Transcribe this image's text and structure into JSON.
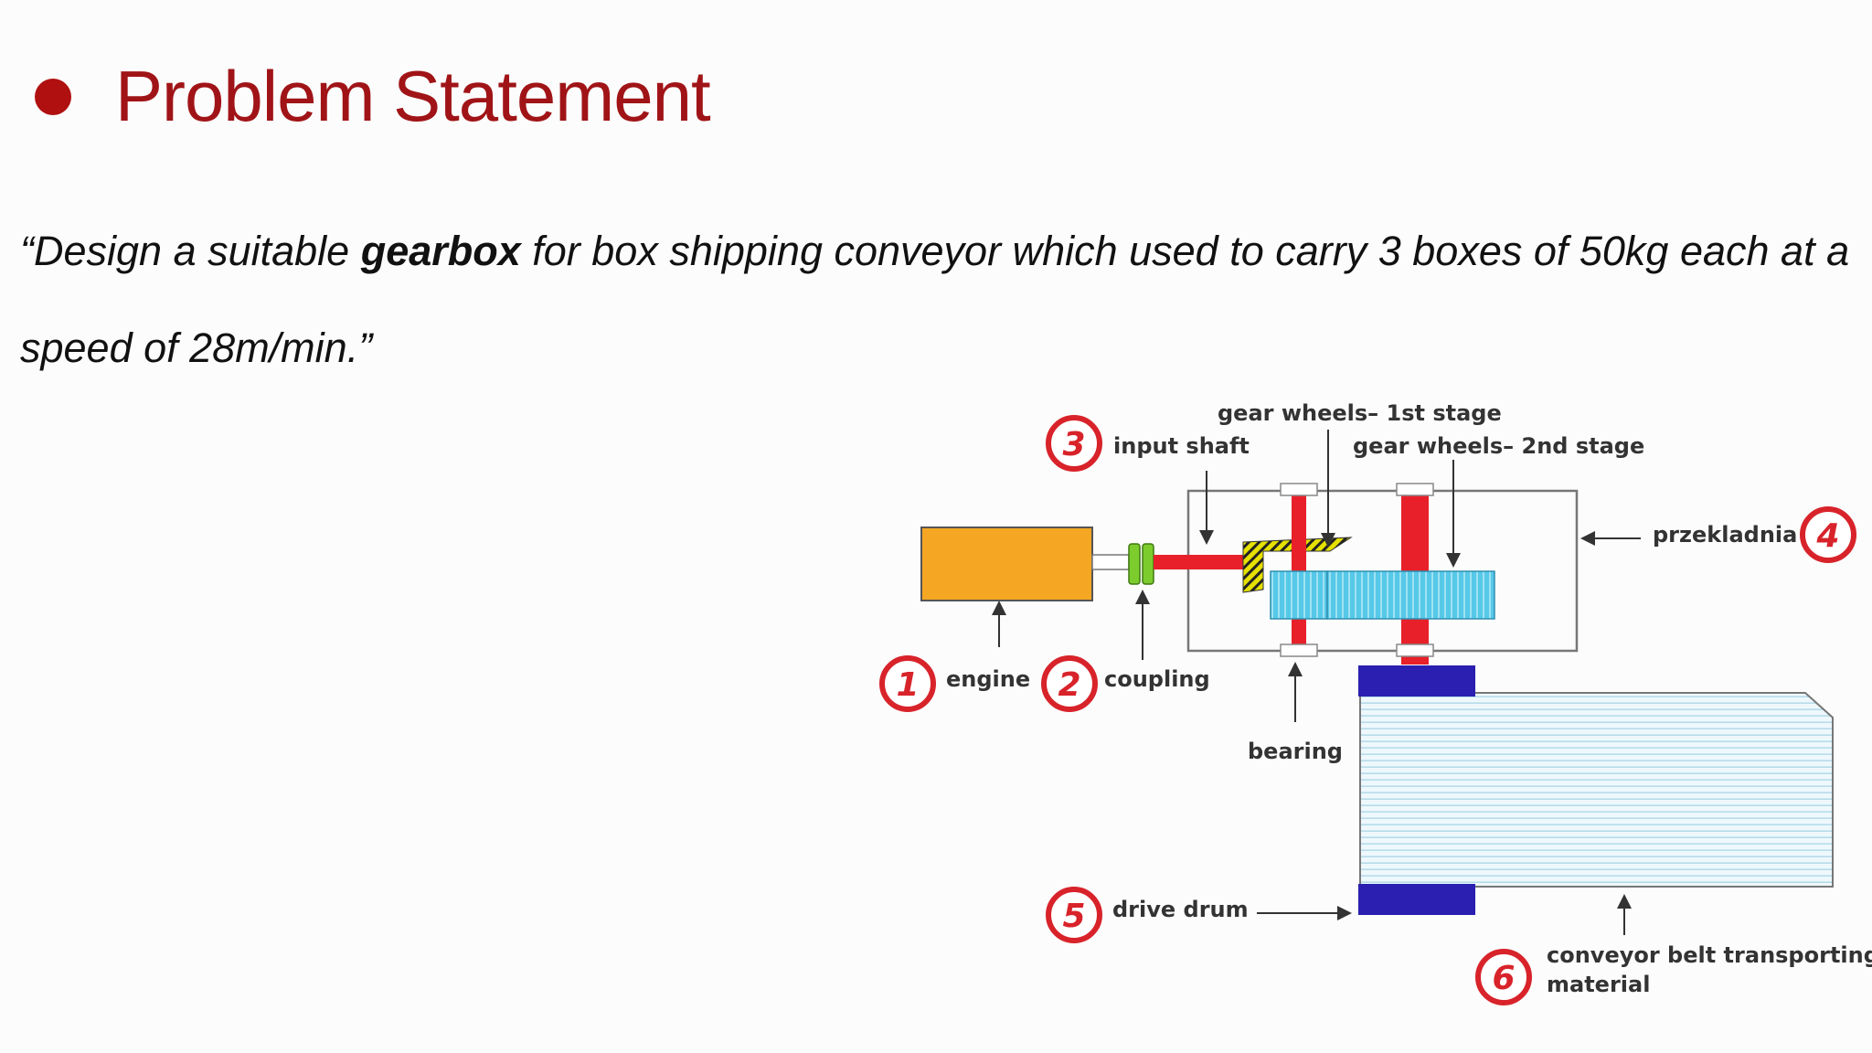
{
  "slide": {
    "title": "Problem Statement",
    "statement_before": "“Design a suitable ",
    "statement_bold": "gearbox",
    "statement_after": " for box shipping conveyor which used to carry 3 boxes of 50kg each at a speed of 28m/min.”"
  },
  "diagram": {
    "labels": {
      "engine": "engine",
      "coupling": "coupling",
      "input_shaft": "input shaft",
      "gear_1st": "gear wheels– 1st stage",
      "gear_2nd": "gear wheels– 2nd stage",
      "gearbox": "przekladnia",
      "bearing": "bearing",
      "drive_drum": "drive drum",
      "belt_line1": "conveyor belt transporting",
      "belt_line2": "material"
    },
    "numbers": {
      "engine": "1",
      "coupling": "2",
      "input_shaft": "3",
      "gearbox": "4",
      "drive_drum": "5",
      "belt": "6"
    },
    "colors": {
      "engine": "#f5a623",
      "coupling": "#7ccc2e",
      "shaft": "#e8202a",
      "gear": "#56c8e8",
      "drum": "#2a1fb0",
      "belt": "#e9f6fb",
      "marker": "#d8232a"
    }
  }
}
